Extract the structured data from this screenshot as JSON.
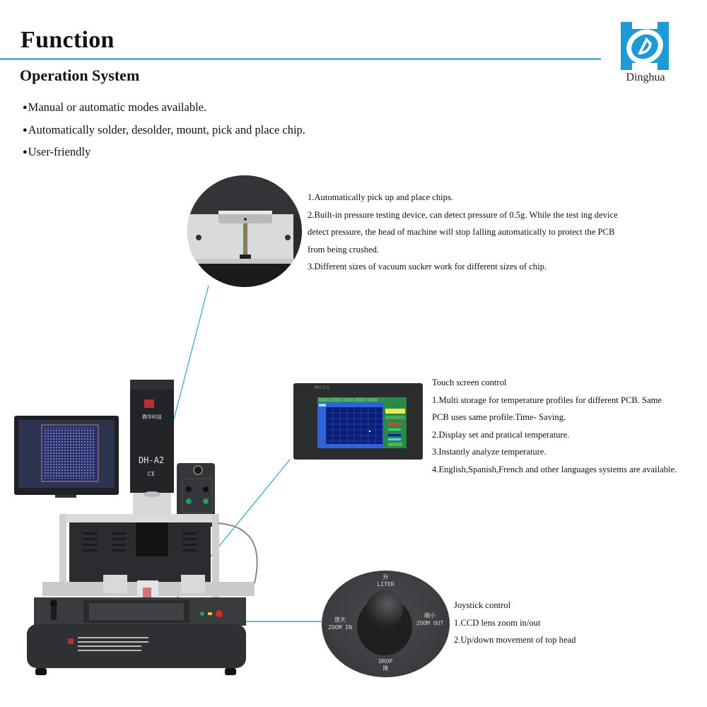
{
  "header": {
    "title": "Function",
    "subtitle": "Operation System",
    "divider_color": "#5bb4d3",
    "brand": {
      "logo_icon": "dinghua-logo-icon",
      "name": "Dinghua",
      "logo_color": "#1e9ad6"
    }
  },
  "features": [
    "Manual or automatic modes available.",
    "Automatically solder, desolder, mount, pick and place chip.",
    "User-friendly"
  ],
  "callouts": {
    "pickup_head": {
      "image": "pickup-nozzle-closeup-image",
      "lines": [
        "1.Automatically pick up and place chips.",
        "2.Built-in pressure testing device, can detect pressure of 0.5g. While the test ing device",
        "detect pressure, the head of machine will stop falling automatically to protect the PCB",
        "from being crushed.",
        "3.Different sizes of vacuum sucker work for different sizes of chip."
      ]
    },
    "touch_screen": {
      "image": "touch-screen-closeup-image",
      "screen_brand": "MCGS",
      "heading": "Touch screen control",
      "lines": [
        "1.Multi storage for temperature profiles for different PCB. Same",
        "PCB uses same profile.Time- Saving.",
        "2.Display set and pratical temperature.",
        "3.Instantly analyze temperature.",
        "4.English,Spanish,French and other languages systems are available."
      ]
    },
    "joystick": {
      "image": "joystick-closeup-image",
      "labels": {
        "up_cn": "升",
        "up": "LITER",
        "left_cn": "放大",
        "left": "ZOOM IN",
        "right_cn": "缩小",
        "right": "ZOOM OUT",
        "down": "DROP",
        "down_cn": "降"
      },
      "heading": "Joystick control",
      "lines": [
        "1.CCD lens zoom in/out",
        "2.Up/down movement of top head"
      ]
    }
  },
  "machine": {
    "image": "bga-rework-station-image",
    "model": "DH-A2",
    "brand_cn": "鼎华科技",
    "mark": "CE",
    "callout_line_color": "#2aa6cf"
  }
}
